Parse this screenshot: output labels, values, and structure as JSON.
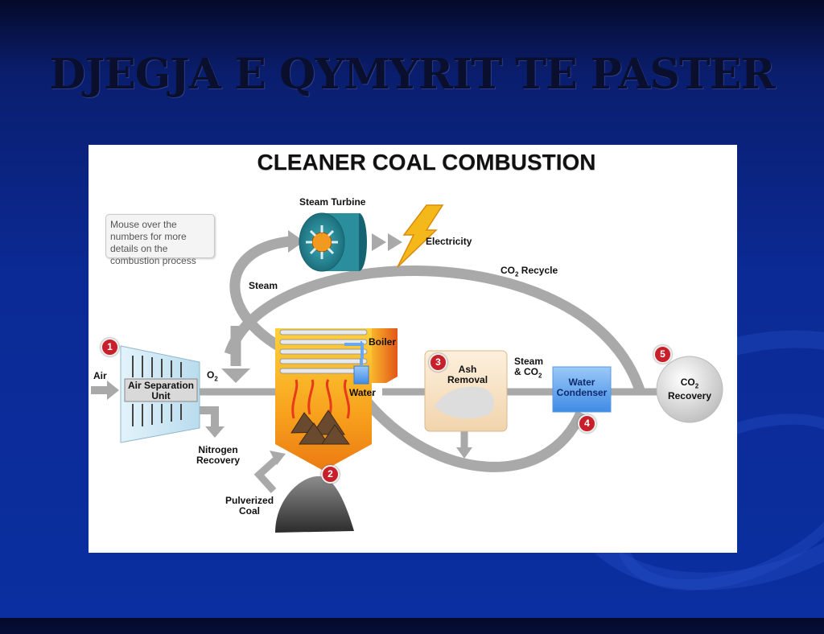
{
  "slide": {
    "title": "DJEGJA E QYMYRIT TE PASTER"
  },
  "diagram": {
    "title": "CLEANER COAL COMBUSTION",
    "note": "Mouse over the numbers for more details on the combustion process",
    "labels": {
      "steam_turbine": "Steam Turbine",
      "electricity": "Electricity",
      "co2_recycle_prefix": "CO",
      "co2_recycle_suffix": " Recycle",
      "steam": "Steam",
      "air": "Air",
      "air_separation_line1": "Air Separation",
      "air_separation_line2": "Unit",
      "o2": "O",
      "nitrogen_line1": "Nitrogen",
      "nitrogen_line2": "Recovery",
      "boiler": "Boiler",
      "water": "Water",
      "pulverized_line1": "Pulverized",
      "pulverized_line2": "Coal",
      "ash_line1": "Ash",
      "ash_line2": "Removal",
      "steam_co2_line1": "Steam",
      "steam_co2_line2_prefix": "& CO",
      "condenser_line1": "Water",
      "condenser_line2": "Condenser",
      "co2_recovery_prefix": "CO",
      "co2_recovery_suffix": "Recovery",
      "sub2": "2"
    },
    "markers": [
      "1",
      "2",
      "3",
      "4",
      "5"
    ],
    "colors": {
      "marker": "#c8202a",
      "flow": "#a9a9a9",
      "boiler": "#f59a1a",
      "condenser": "#6aa8ee",
      "turbine": "#2a8e9c",
      "bolt": "#f5b81a"
    }
  }
}
